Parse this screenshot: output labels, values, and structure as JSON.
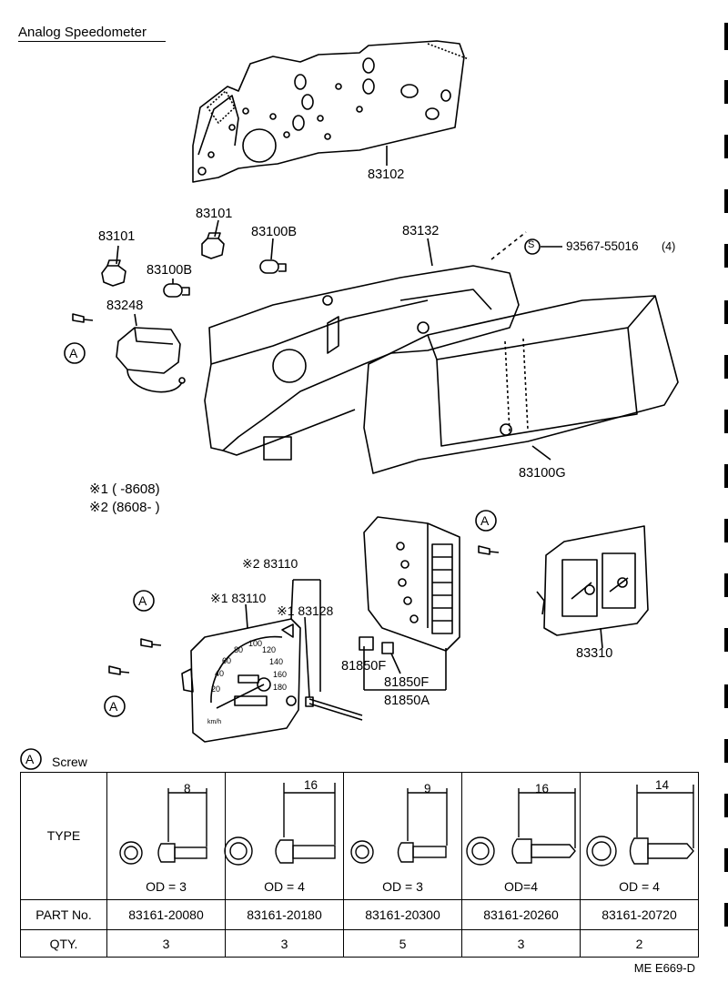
{
  "title": "Analog Speedometer",
  "callouts": {
    "p83102": "83102",
    "p83101_a": "83101",
    "p83101_b": "83101",
    "p83100b_a": "83100B",
    "p83100b_b": "83100B",
    "p83132": "83132",
    "p83248": "83248",
    "p83100g": "83100G",
    "screw_symbol": "S",
    "screw_part": "93567-55016",
    "screw_qty": "(4)",
    "p83110_2": "※2 83110",
    "p83110_1": "※1 83110",
    "p83128": "※1 83128",
    "p81850f_a": "81850F",
    "p81850f_b": "81850F",
    "p81850a": "81850A",
    "p83310": "83310"
  },
  "notes": {
    "note1": "※1 (      -8608)",
    "note2": "※2 (8608-          )"
  },
  "ref_mark": "A",
  "gauge": {
    "ticks": [
      "20",
      "40",
      "60",
      "80",
      "100",
      "120",
      "140",
      "160",
      "180"
    ],
    "unit": "km/h"
  },
  "screw_table": {
    "heading": "Screw",
    "row_labels": {
      "type": "TYPE",
      "part": "PART No.",
      "qty": "QTY."
    },
    "columns": [
      {
        "length": "8",
        "od": "OD = 3",
        "part": "83161-20080",
        "qty": "3"
      },
      {
        "length": "16",
        "od": "OD = 4",
        "part": "83161-20180",
        "qty": "3"
      },
      {
        "length": "9",
        "od": "OD = 3",
        "part": "83161-20300",
        "qty": "5"
      },
      {
        "length": "16",
        "od": "OD=4",
        "part": "83161-20260",
        "qty": "3"
      },
      {
        "length": "14",
        "od": "OD = 4",
        "part": "83161-20720",
        "qty": "2"
      }
    ]
  },
  "footer": "ME E669-D"
}
